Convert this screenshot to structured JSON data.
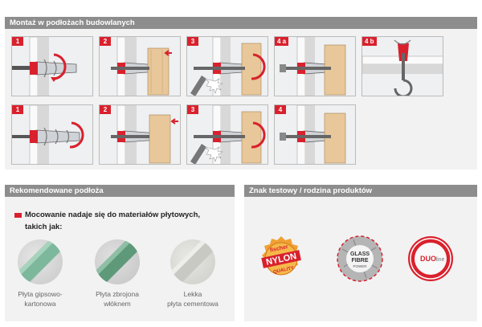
{
  "install": {
    "title": "Montaż w podłożach budowlanych",
    "row1": [
      "1",
      "2",
      "3",
      "4 a",
      "4 b"
    ],
    "row2": [
      "1",
      "2",
      "3",
      "4"
    ]
  },
  "surfaces": {
    "title": "Rekomendowane podłoża",
    "intro_line1": "Mocowanie nadaje się do materiałów płytowych,",
    "intro_line2": "takich jak:",
    "materials": [
      {
        "line1": "Płyta gipsowo-",
        "line2": "kartonowa",
        "color": "#7db89c"
      },
      {
        "line1": "Płyta zbrojona",
        "line2": "włóknem",
        "color": "#5e9a7a"
      },
      {
        "line1": "Lekka",
        "line2": "płyta cementowa",
        "color": "#c9c9c4"
      }
    ]
  },
  "marks": {
    "title": "Znak testowy / rodzina produktów",
    "badges": [
      {
        "name": "fischer-nylon-quality",
        "line1": "fischer",
        "line2": "NYLON",
        "line3": "QUALITY",
        "color": "#f0a032"
      },
      {
        "name": "glass-fibre-power",
        "line1": "GLASS",
        "line2": "FIBRE",
        "line3": "POWER",
        "color": "#9a9a9a"
      },
      {
        "name": "duoline",
        "line1": "DUO",
        "line2": "line",
        "color": "#d9212d"
      }
    ]
  },
  "colors": {
    "accent": "#d9212d",
    "bar": "#8d8d8d",
    "panel": "#f2f2f2"
  }
}
